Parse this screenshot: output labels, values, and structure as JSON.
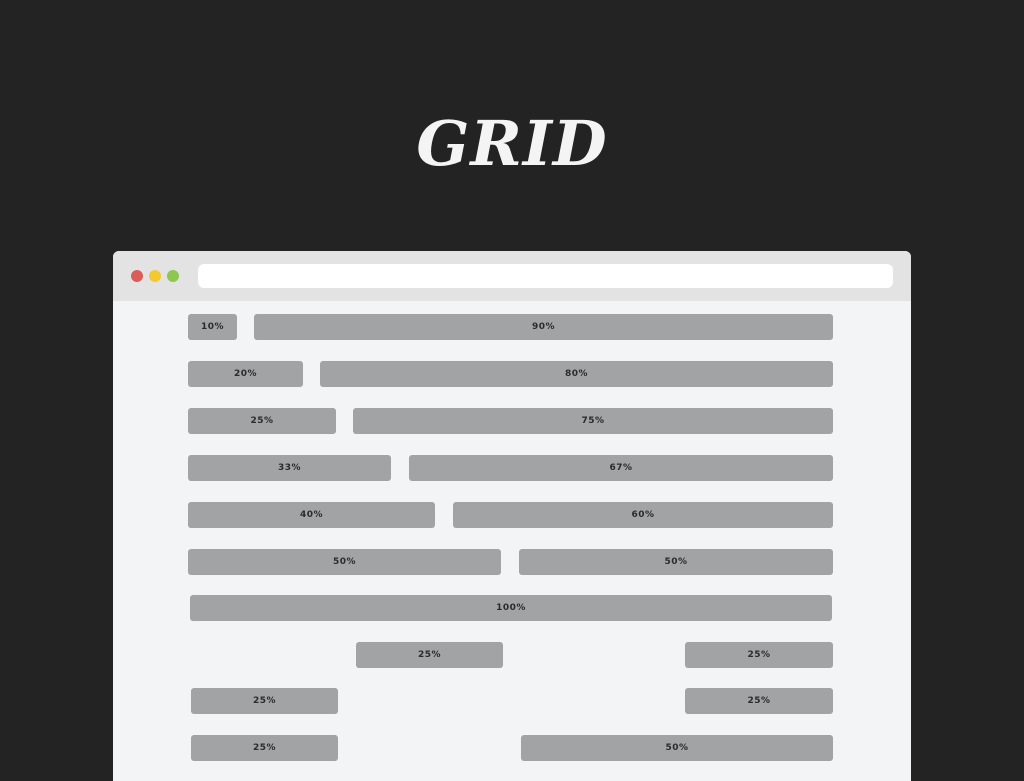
{
  "title": "GRID",
  "rows": [
    [
      "10%",
      "90%"
    ],
    [
      "20%",
      "80%"
    ],
    [
      "25%",
      "75%"
    ],
    [
      "33%",
      "67%"
    ],
    [
      "40%",
      "60%"
    ],
    [
      "50%",
      "50%"
    ],
    [
      "100%"
    ],
    [
      "25%",
      "25%"
    ],
    [
      "25%",
      "25%"
    ],
    [
      "25%",
      "50%"
    ]
  ]
}
